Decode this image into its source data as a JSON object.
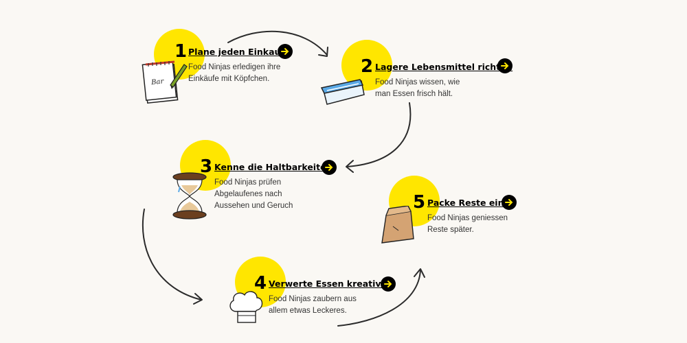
{
  "colors": {
    "accent": "#ffe600",
    "background": "#faf8f4",
    "button": "#000000"
  },
  "steps": [
    {
      "number": "1",
      "title": "Plane jeden Einkauf.",
      "description": "Food Ninjas erledigen ihre Einkäufe mit Köpfchen.",
      "icon": "shopping-list-icon",
      "note": "Bar"
    },
    {
      "number": "2",
      "title": "Lagere Lebensmittel richtig.",
      "description": "Food Ninjas wissen, wie man Essen frisch hält.",
      "icon": "food-container-icon"
    },
    {
      "number": "3",
      "title": "Kenne die Haltbarkeiten.",
      "description": "Food Ninjas prüfen Abgelaufenes nach Aussehen und Geruch",
      "icon": "hourglass-icon"
    },
    {
      "number": "4",
      "title": "Verwerte Essen kreativ.",
      "description": "Food Ninjas zaubern aus allem etwas Leckeres.",
      "icon": "chef-hat-icon"
    },
    {
      "number": "5",
      "title": "Packe Reste ein.",
      "description": "Food Ninjas geniessen Reste später.",
      "icon": "paper-bag-icon"
    }
  ]
}
